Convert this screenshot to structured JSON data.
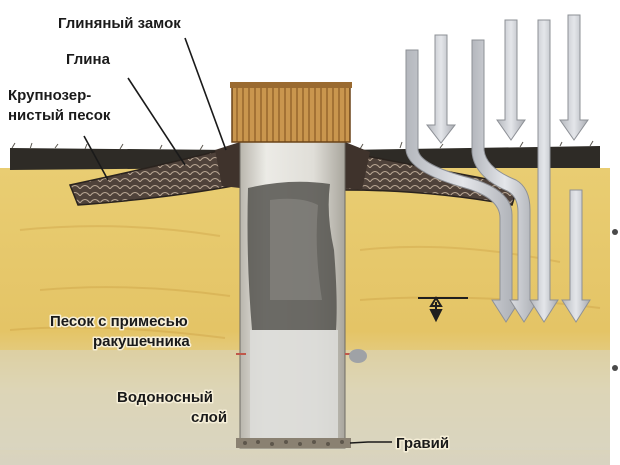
{
  "labels": {
    "clay_lock": "Глиняный замок",
    "clay": "Глина",
    "coarse_sand_line1": "Крупнозер-",
    "coarse_sand_line2": "нистый песок",
    "sand_shell_line1": "Песок с примесью",
    "sand_shell_line2": "ракушечника",
    "aquifer_line1": "Водоносный",
    "aquifer_line2": "слой",
    "gravel": "Гравий"
  },
  "colors": {
    "soil": "#e7c96a",
    "soil_dark": "#d3a94a",
    "aquifer": "#d6d2bf",
    "topsoil": "#2e2b26",
    "clay_layer": "#5b4d43",
    "well_wall": "#d8d6cf",
    "cap": "#c9964e",
    "arrow": "#c9cbd0"
  },
  "icons": {
    "rain_arrows": "down-arrow-icon",
    "water_level": "double-arrow-icon"
  }
}
